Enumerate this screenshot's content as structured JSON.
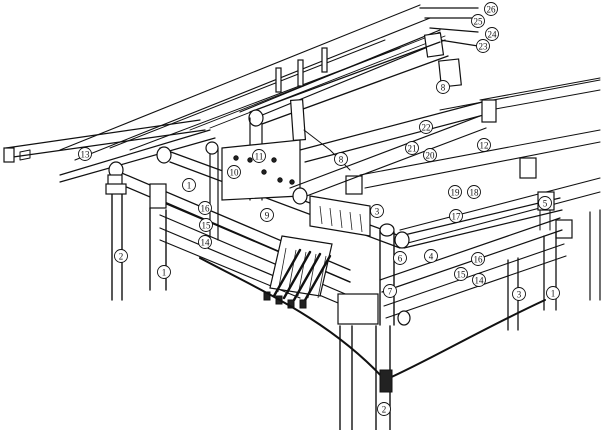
{
  "callouts": [
    {
      "id": "c1a",
      "label": "1"
    },
    {
      "id": "c1b",
      "label": "1"
    },
    {
      "id": "c1c",
      "label": "1"
    },
    {
      "id": "c2a",
      "label": "2"
    },
    {
      "id": "c2b",
      "label": "2"
    },
    {
      "id": "c3a",
      "label": "3"
    },
    {
      "id": "c3b",
      "label": "3"
    },
    {
      "id": "c4",
      "label": "4"
    },
    {
      "id": "c5",
      "label": "5"
    },
    {
      "id": "c6",
      "label": "6"
    },
    {
      "id": "c7",
      "label": "7"
    },
    {
      "id": "c8a",
      "label": "8"
    },
    {
      "id": "c8b",
      "label": "8"
    },
    {
      "id": "c9",
      "label": "9"
    },
    {
      "id": "c10",
      "label": "10"
    },
    {
      "id": "c11",
      "label": "11"
    },
    {
      "id": "c12",
      "label": "12"
    },
    {
      "id": "c13",
      "label": "13"
    },
    {
      "id": "c14a",
      "label": "14"
    },
    {
      "id": "c14b",
      "label": "14"
    },
    {
      "id": "c15a",
      "label": "15"
    },
    {
      "id": "c15b",
      "label": "15"
    },
    {
      "id": "c16a",
      "label": "16"
    },
    {
      "id": "c16b",
      "label": "16"
    },
    {
      "id": "c17",
      "label": "17"
    },
    {
      "id": "c18",
      "label": "18"
    },
    {
      "id": "c19",
      "label": "19"
    },
    {
      "id": "c20",
      "label": "20"
    },
    {
      "id": "c21",
      "label": "21"
    },
    {
      "id": "c22",
      "label": "22"
    },
    {
      "id": "c23",
      "label": "23"
    },
    {
      "id": "c24",
      "label": "24"
    },
    {
      "id": "c25",
      "label": "25"
    },
    {
      "id": "c26",
      "label": "26"
    }
  ]
}
